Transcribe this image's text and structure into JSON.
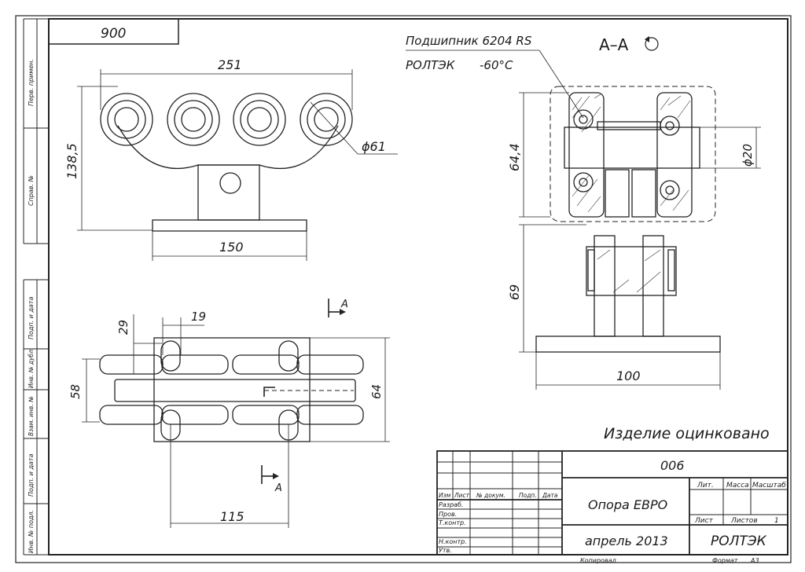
{
  "stamp_number": "900",
  "side_margin": {
    "top": [
      "Перв. примен.",
      "Справ. №"
    ],
    "bottom": [
      "Подп. и дата",
      "Инв. № дубл.",
      "Взам. инв. №",
      "Подп. и дата",
      "Инв. № подл."
    ]
  },
  "front_view": {
    "width_dim": "251",
    "height_dim": "138,5",
    "base_dim": "150",
    "wheel_diameter": "ϕ61"
  },
  "plan_view": {
    "dim_29": "29",
    "dim_19": "19",
    "dim_58": "58",
    "dim_64": "64",
    "dim_115": "115",
    "section_mark": "A"
  },
  "section": {
    "title": "A–A",
    "bearing_line1": "Подшипник 6204 RS",
    "bearing_line2": "РОЛТЭК",
    "bearing_temp": "-60°C",
    "dim_64_4": "64,4",
    "dim_d20": "ϕ20",
    "dim_69": "69",
    "dim_100": "100"
  },
  "note": "Изделие оцинковано",
  "title_block": {
    "designation": "006",
    "name": "Опора ЕВРО",
    "date": "апрель 2013",
    "company": "РОЛТЭК",
    "col_headers": [
      "Изм",
      "Лист",
      "№ докум.",
      "Подп.",
      "Дата"
    ],
    "roles": [
      "Разраб.",
      "Пров.",
      "Т.контр.",
      "Н.контр.",
      "Утв."
    ],
    "lit_label": "Лит.",
    "mass_label": "Масса",
    "scale_label": "Масштаб",
    "sheet_label": "Лист",
    "sheets_label": "Листов",
    "sheets_value": "1",
    "copied_label": "Копировал",
    "format_label": "Формат",
    "format_value": "А3"
  }
}
